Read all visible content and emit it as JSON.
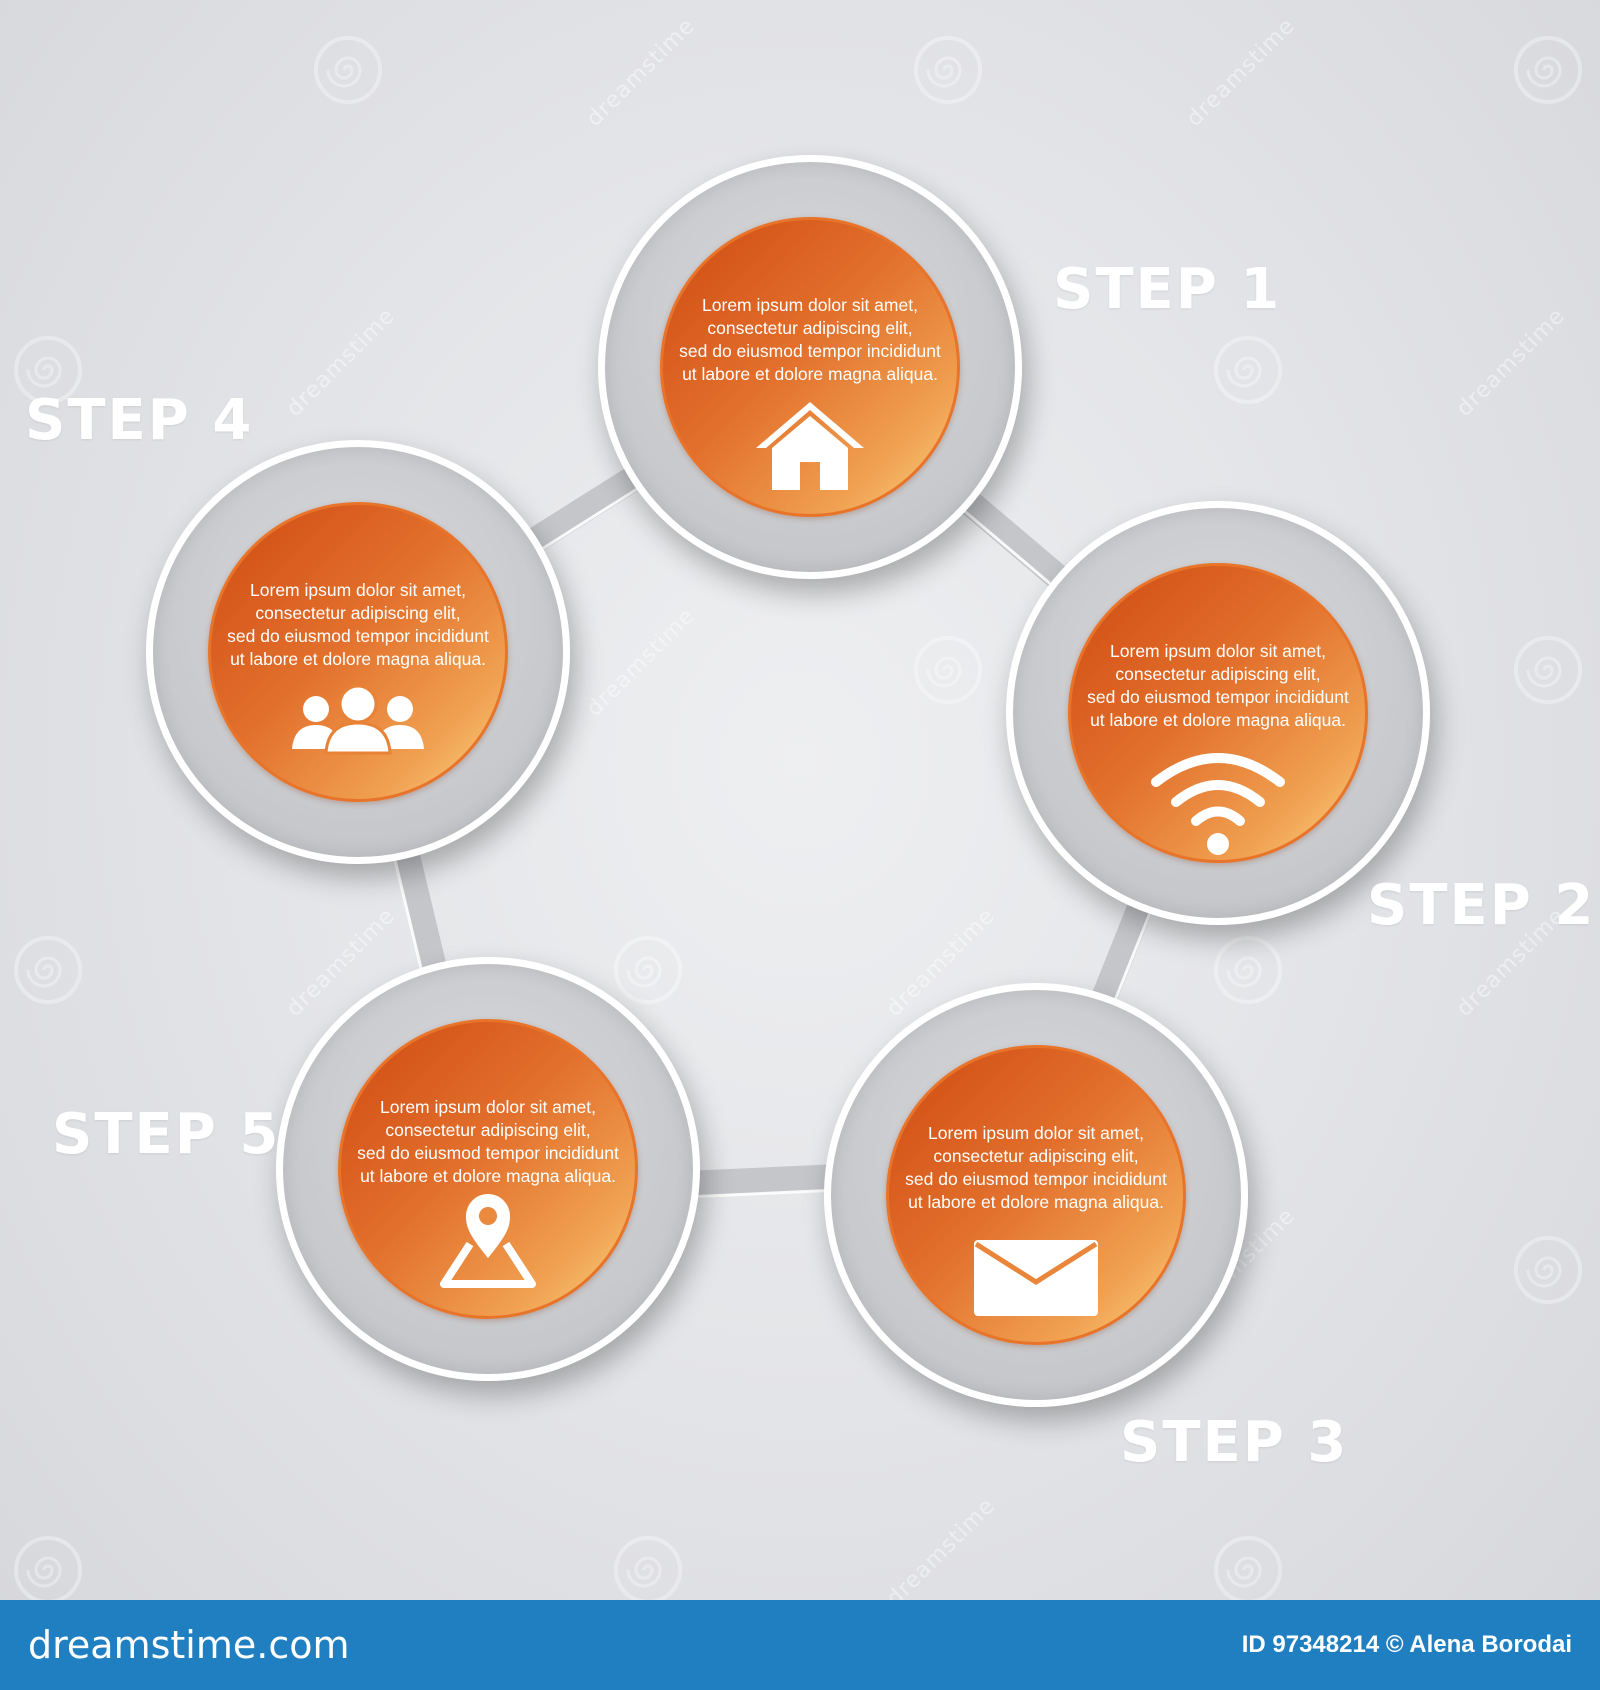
{
  "steps": [
    {
      "label": "STEP 1",
      "text": "Lorem ipsum dolor sit amet,\nconsectetur adipiscing elit,\nsed do eiusmod tempor incididunt\nut labore et dolore magna aliqua.",
      "icon": "home-icon"
    },
    {
      "label": "STEP 2",
      "text": "Lorem ipsum dolor sit amet,\nconsectetur adipiscing elit,\nsed do eiusmod tempor incididunt\nut labore et dolore magna aliqua.",
      "icon": "wifi-icon"
    },
    {
      "label": "STEP 3",
      "text": "Lorem ipsum dolor sit amet,\nconsectetur adipiscing elit,\nsed do eiusmod tempor incididunt\nut labore et dolore magna aliqua.",
      "icon": "envelope-icon"
    },
    {
      "label": "STEP 4",
      "text": "Lorem ipsum dolor sit amet,\nconsectetur adipiscing elit,\nsed do eiusmod tempor incididunt\nut labore et dolore magna aliqua.",
      "icon": "users-icon"
    },
    {
      "label": "STEP 5",
      "text": "Lorem ipsum dolor sit amet,\nconsectetur adipiscing elit,\nsed do eiusmod tempor incididunt\nut labore et dolore magna aliqua.",
      "icon": "map-pin-icon"
    }
  ],
  "watermark": {
    "brand": "dreamstime"
  },
  "footer": {
    "brand": "dreamstime.com",
    "credit": "ID 97348214 © Alena Borodai"
  },
  "colors": {
    "accent": "#e2702c",
    "footer": "#1f7fc0",
    "text": "#ffffff"
  }
}
